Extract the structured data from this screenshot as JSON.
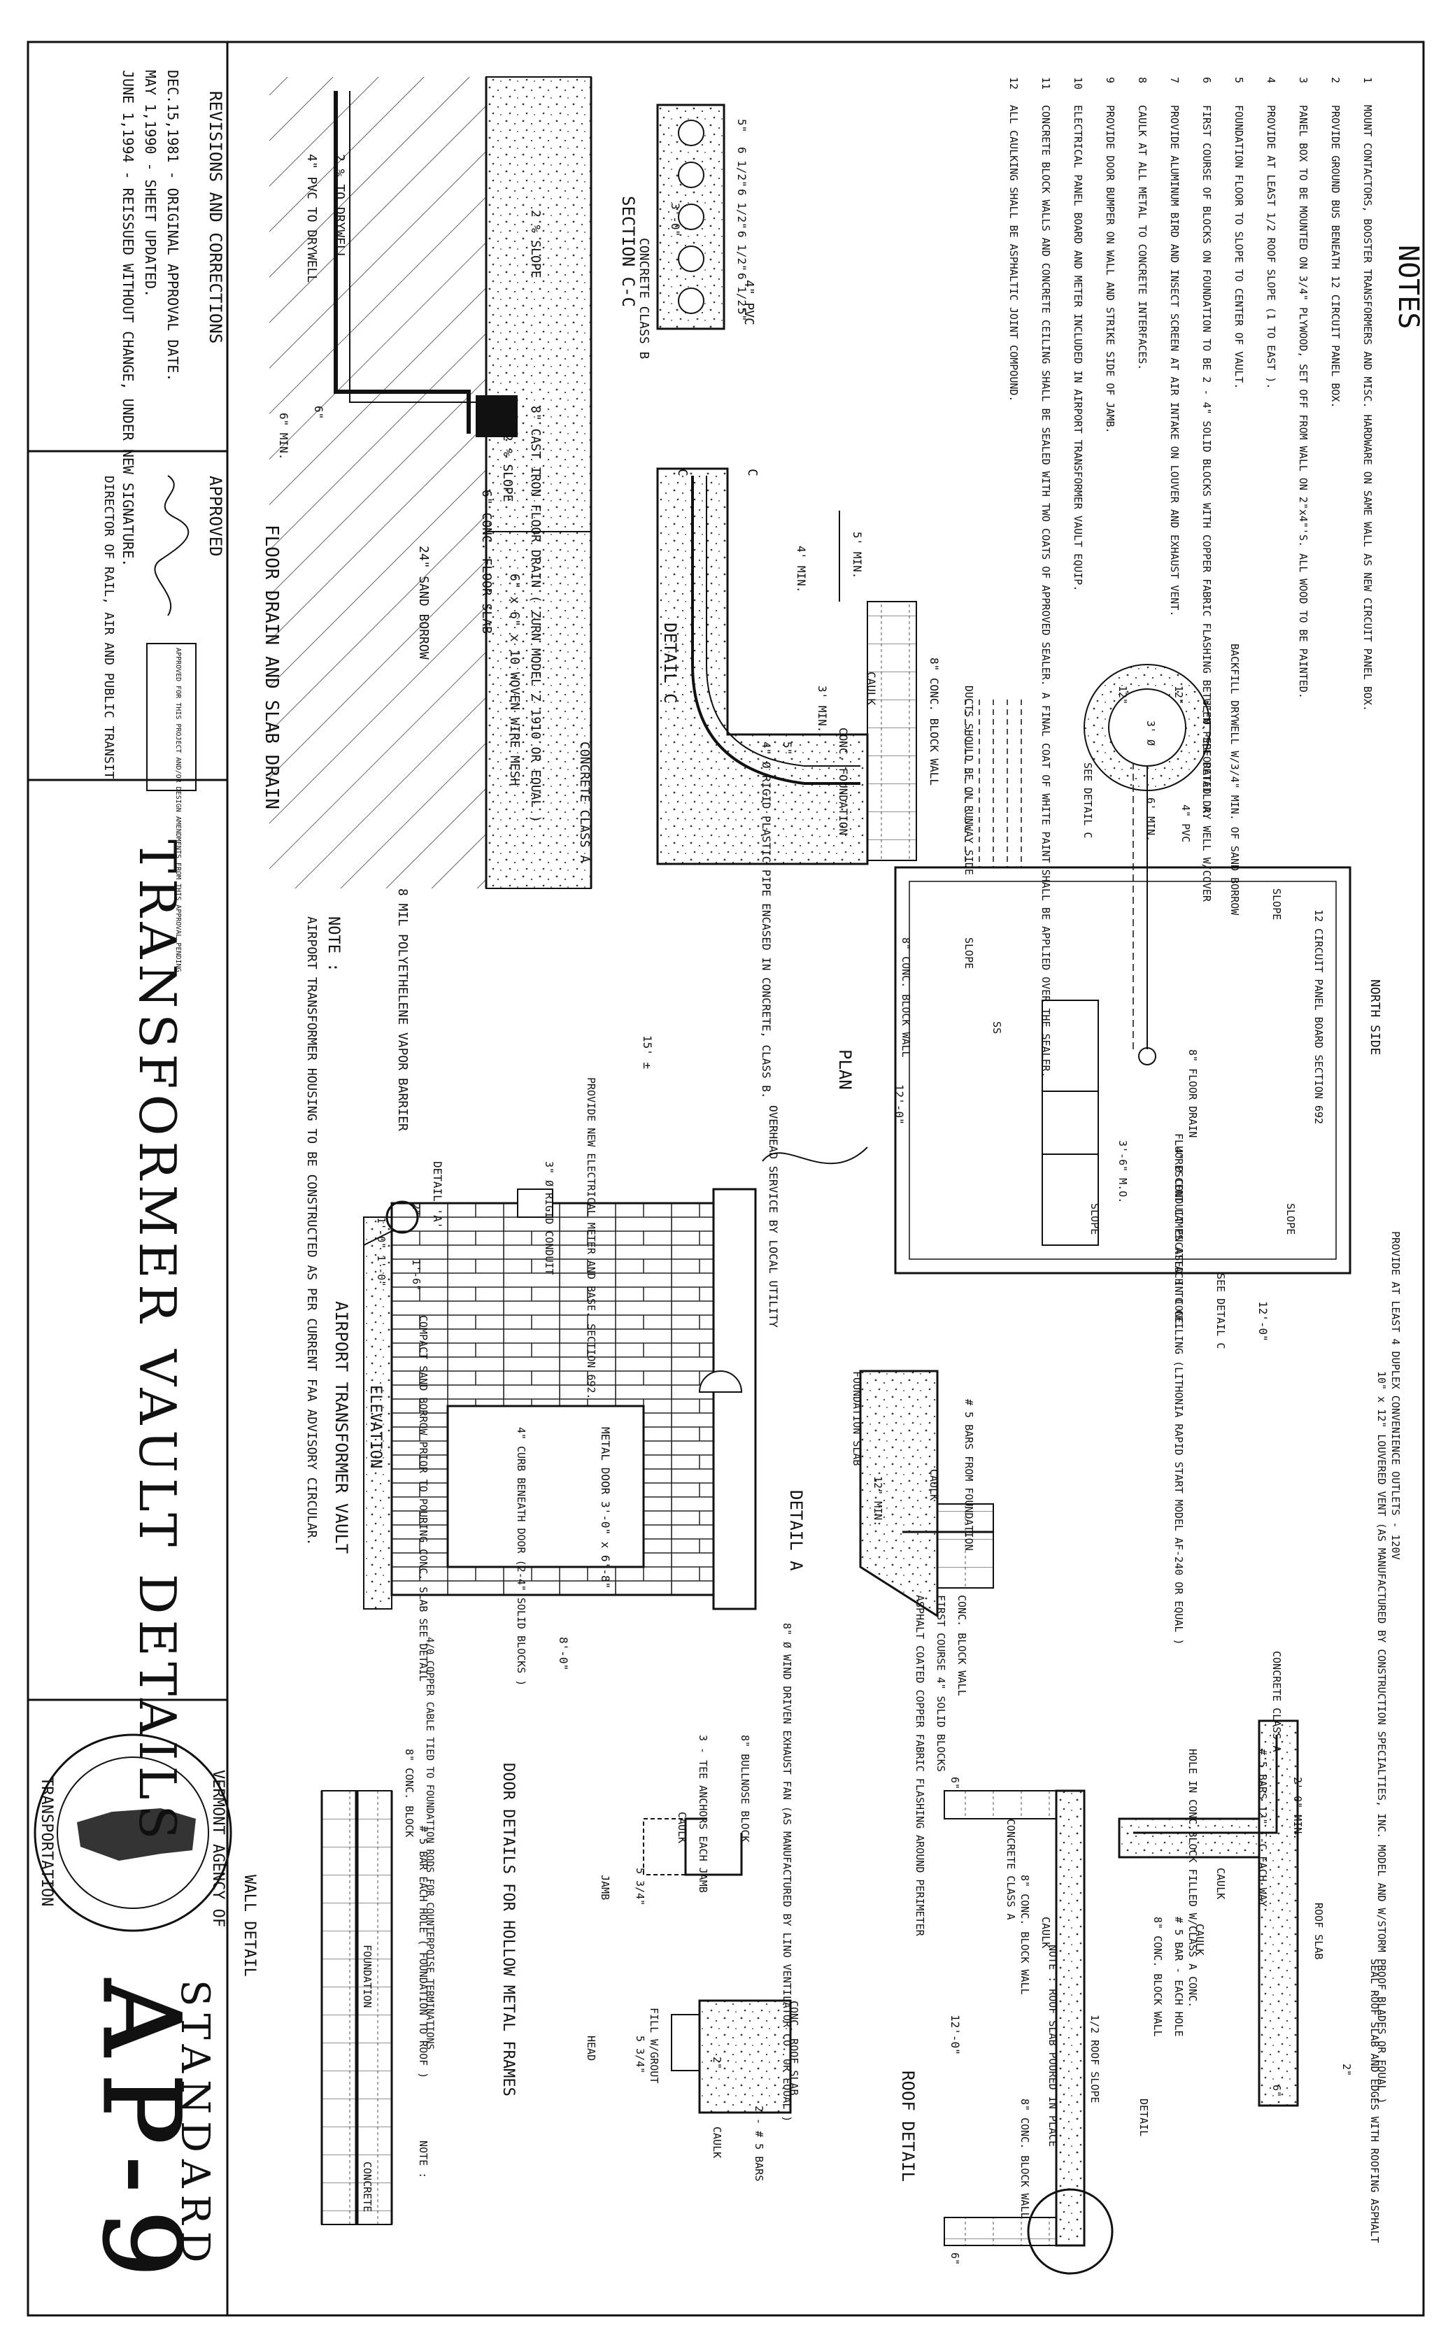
{
  "notes": {
    "heading": "NOTES",
    "items": [
      {
        "num": "1",
        "text": "MOUNT CONTACTORS, BOOSTER TRANSFORMERS AND MISC. HARDWARE ON SAME WALL AS NEW CIRCUIT PANEL BOX."
      },
      {
        "num": "2",
        "text": "PROVIDE GROUND BUS BENEATH 12 CIRCUIT PANEL BOX."
      },
      {
        "num": "3",
        "text": "PANEL BOX TO BE MOUNTED ON 3/4\" PLYWOOD, SET OFF FROM WALL ON 2\"x4\"'S. ALL WOOD TO BE PAINTED."
      },
      {
        "num": "4",
        "text": "PROVIDE AT LEAST 1/2 ROOF SLOPE (1 TO EAST )."
      },
      {
        "num": "5",
        "text": "FOUNDATION FLOOR TO SLOPE TO CENTER OF VAULT."
      },
      {
        "num": "6",
        "text": "FIRST COURSE OF BLOCKS ON FOUNDATION TO BE 2 - 4\" SOLID BLOCKS WITH COPPER FABRIC FLASHING BETWEEN. SEE DETAIL A."
      },
      {
        "num": "7",
        "text": "PROVIDE ALUMINUM BIRD AND INSECT SCREEN AT AIR INTAKE ON LOUVER AND EXHAUST VENT."
      },
      {
        "num": "8",
        "text": "CAULK AT ALL METAL TO CONCRETE INTERFACES."
      },
      {
        "num": "9",
        "text": "PROVIDE DOOR BUMPER ON WALL AND STRIKE SIDE OF JAMB."
      },
      {
        "num": "10",
        "text": "ELECTRICAL PANEL BOARD AND METER INCLUDED IN AIRPORT TRANSFORMER VAULT EQUIP."
      },
      {
        "num": "11",
        "text": "CONCRETE BLOCK WALLS AND CONCRETE CEILING SHALL BE SEALED WITH TWO COATS OF APPROVED SEALER. A FINAL COAT OF WHITE PAINT SHALL BE APPLIED OVER THE SEALER."
      },
      {
        "num": "12",
        "text": "ALL CAULKING SHALL BE ASPHALTIC JOINT COMPOUND."
      }
    ]
  },
  "title_block": {
    "standard_label": "STANDARD",
    "standard_number": "AP-9",
    "title": "TRANSFORMER VAULT DETAILS",
    "seal_text_top": "VERMONT AGENCY OF",
    "seal_text_bottom": "TRANSPORTATION",
    "revisions_heading": "REVISIONS AND CORRECTIONS",
    "revisions": [
      "DEC.15,1981 - ORIGINAL APPROVAL DATE.",
      "MAY 1,1990 - SHEET UPDATED.",
      "JUNE 1,1994 - REISSUED WITHOUT CHANGE, UNDER NEW SIGNATURE."
    ],
    "approved_heading": "APPROVED",
    "approved_note": "APPROVED FOR THIS PROJECT AND/OR DESIGN AMENDMENTS FROM THIS APPROVAL PENDING",
    "signer_title": "DIRECTOR OF RAIL, AIR AND PUBLIC TRANSIT"
  },
  "floor_drain": {
    "title": "FLOOR DRAIN AND SLAB DRAIN",
    "labels": [
      "8\" CAST IRON FLOOR DRAIN ( ZURN MODEL Z 1910 OR EQUAL )",
      "2 % SLOPE",
      "2 % SLOPE",
      "6\" CONC. FLOOR SLAB",
      "6\" x 6\" x 10 WOVEN WIRE MESH",
      "CONCRETE CLASS A",
      "24\" SAND BORROW",
      "2 % TO DRYWELL",
      "4\" PVC TO DRYWELL",
      "6\" MIN.",
      "6\"",
      "8 MIL POLYETHELENE VAPOR BARRIER"
    ]
  },
  "section_cc": {
    "title": "SECTION C-C",
    "dims": [
      "5\"",
      "6 1/2\"",
      "6 1/2\"",
      "6 1/2\"",
      "6 1/2\"",
      "5\"",
      "3'-0\""
    ],
    "labels": [
      "4\" PVC",
      "CONCRETE CLASS B"
    ]
  },
  "detail_c": {
    "title": "DETAIL C",
    "labels": [
      "5' MIN.",
      "4' MIN.",
      "8\" CONC. BLOCK WALL",
      "CAULK",
      "CONC. FOUNDATION",
      "3' MIN.",
      "5\"",
      "4\" Ø RIGID PLASTIC PIPE ENCASED IN CONCRETE, CLASS B.",
      "C",
      "C"
    ]
  },
  "plan": {
    "title": "PLAN",
    "labels": [
      "BACKFILL DRYWELL W/3/4\" MIN. OF SAND BORROW",
      "3' Ø PERFORATED DRY WELL W/COVER",
      "3' Ø",
      "12\"",
      "12\"",
      "6' MIN.",
      "4\" PVC",
      "DUCTS SHOULD BE ON RUNWAY SIDE",
      "SEE DETAIL C",
      "NORTH SIDE",
      "12 CIRCUIT PANEL BOARD SECTION 692",
      "8\" FLOOR DRAIN",
      "FLUORESCENT LAMPS ATTACH TO CEILING (LITHONIA RAPID START MODEL AF-240 OR EQUAL )",
      "4\" Ø CONDUIT ENCASED IN CONC.",
      "3'-6\" M.O.",
      "8\" CONC. BLOCK WALL",
      "SLOPE",
      "SLOPE",
      "SLOPE",
      "SLOPE",
      "SS",
      "12'-0\"",
      "12'-0\"",
      "SEE DETAIL C",
      "PROVIDE AT LEAST 4 DUPLEX CONVENIENCE OUTLETS - 120V",
      "10\" x 12\" LOUVERED VENT (AS MANUFACTURED BY CONSTRUCTION SPECIALTIES, INC. MODEL AND W/STORM PROOF BLADES OR EQUAL )"
    ]
  },
  "detail_a": {
    "title": "DETAIL A",
    "labels": [
      "# 5 BARS FROM FOUNDATION",
      "CAULK",
      "12\" MIN.",
      "FOUNDATION SLAB",
      "CONC. BLOCK WALL",
      "FIRST COURSE 4\" SOLID BLOCKS",
      "ASPHALT COATED COPPER FABRIC FLASHING AROUND PERIMETER"
    ]
  },
  "elevation": {
    "title": "AIRPORT TRANSFORMER VAULT",
    "subtitle": "ELEVATION",
    "labels": [
      "OVERHEAD SERVICE BY LOCAL UTILITY",
      "15' ±",
      "PROVIDE NEW ELECTRICAL METER AND BASE. SECTION 692.",
      "3\" Ø RIGID CONDUIT",
      "DETAIL 'A'",
      "2\"",
      "1'-6\"",
      "1'-0\" 1'-0\"",
      "8\" Ø WIND DRIVEN EXHAUST FAN (AS MANUFACTURED BY LINO VENTILATOR CO. OR EQUAL )",
      "METAL DOOR 3'-0\" x 6'-8\"",
      "4\" CURB BENEATH DOOR (2-4\" SOLID BLOCKS )",
      "COMPACT SAND BORROW PRIOR TO POURING CONC. SLAB SEE DETAIL",
      "8'-0\"",
      "4/0 COPPER CABLE TIED TO FOUNDATION RODS FOR COUNTERPOISE TERMINATIONS"
    ],
    "note_heading": "NOTE :",
    "note": "AIRPORT TRANSFORMER HOUSING TO BE CONSTRUCTED AS PER CURRENT FAA ADVISORY CIRCULAR."
  },
  "roof_detail": {
    "title": "ROOF DETAIL",
    "labels": [
      "SEAL ROOF SLAB AND EDGES WITH ROOFING ASPHALT",
      "ROOF SLAB",
      "2\"",
      "6\"",
      "2'-0\" MIN.",
      "CONCRETE CLASS A",
      "# 5 BARS 12\" C-C EACH WAY",
      "CAULK",
      "HOLE IN CONC.BLOCK FILLED W/CLASS A CONC.",
      "CAULK",
      "# 5 BAR - EACH HOLE",
      "8\" CONC. BLOCK WALL",
      "DETAIL",
      "1/2 ROOF SLOPE",
      "NOTE : ROOF SLAB POURED IN PLACE",
      "CONCRETE CLASS A",
      "8\" CONC. BLOCK WALL",
      "8\" CONC. BLOCK WALL",
      "12'-0\"",
      "CAULK",
      "6\"",
      "6\""
    ]
  },
  "door_details": {
    "title": "DOOR DETAILS FOR HOLLOW METAL FRAMES",
    "labels": [
      "8\" BULLNOSE BLOCK",
      "3 - TEE ANCHORS EACH JAMB",
      "CAULK",
      "5 3/4\"",
      "JAMB",
      "FILL W/GROUT",
      "CONC. ROOF SLAB",
      "2 - # 5 BARS",
      "5 3/4\"",
      "CAULK",
      "HEAD",
      "2\""
    ]
  },
  "wall_detail": {
    "title": "WALL DETAIL",
    "labels": [
      "8\" CONC. BLOCK",
      "# 5 BAR EACH HOLE ( FOUNDATION TO ROOF )",
      "NOTE :",
      "FOUNDATION",
      "CONCRETE"
    ]
  }
}
